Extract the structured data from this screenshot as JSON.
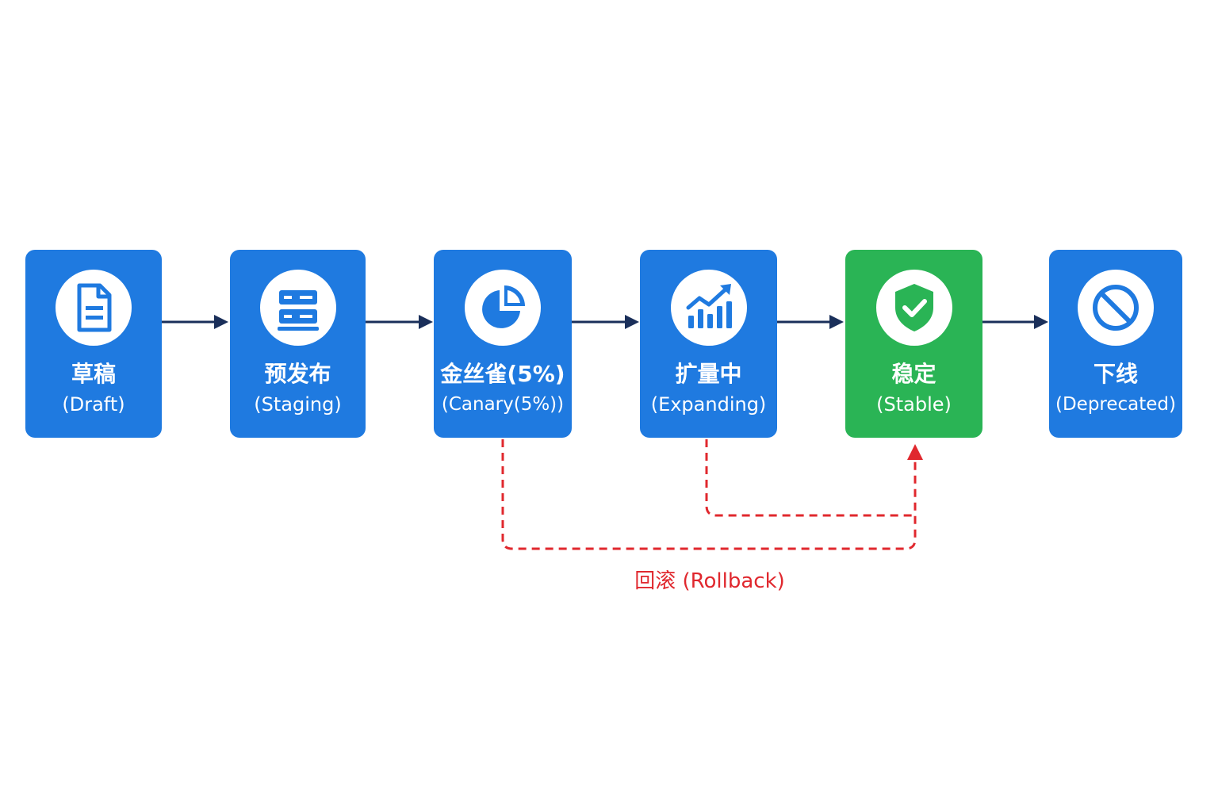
{
  "stages": [
    {
      "id": "draft",
      "label_cn": "草稿",
      "label_en": "(Draft)",
      "icon": "document-icon",
      "color": "#1f7ae0"
    },
    {
      "id": "staging",
      "label_cn": "预发布",
      "label_en": "(Staging)",
      "icon": "server-icon",
      "color": "#1f7ae0"
    },
    {
      "id": "canary",
      "label_cn": "金丝雀(5%)",
      "label_en": "(Canary(5%))",
      "icon": "pie-chart-icon",
      "color": "#1f7ae0"
    },
    {
      "id": "expanding",
      "label_cn": "扩量中",
      "label_en": "(Expanding)",
      "icon": "trending-chart-icon",
      "color": "#1f7ae0"
    },
    {
      "id": "stable",
      "label_cn": "稳定",
      "label_en": "(Stable)",
      "icon": "shield-check-icon",
      "color": "#2ab455"
    },
    {
      "id": "deprecated",
      "label_cn": "下线",
      "label_en": "(Deprecated)",
      "icon": "prohibited-icon",
      "color": "#1f7ae0"
    }
  ],
  "rollback": {
    "label": "回滚 (Rollback)",
    "color": "#e0282e"
  },
  "colors": {
    "arrow": "#1a2f5a",
    "stage_blue": "#1f7ae0",
    "stage_green": "#2ab455",
    "rollback_red": "#e0282e"
  }
}
